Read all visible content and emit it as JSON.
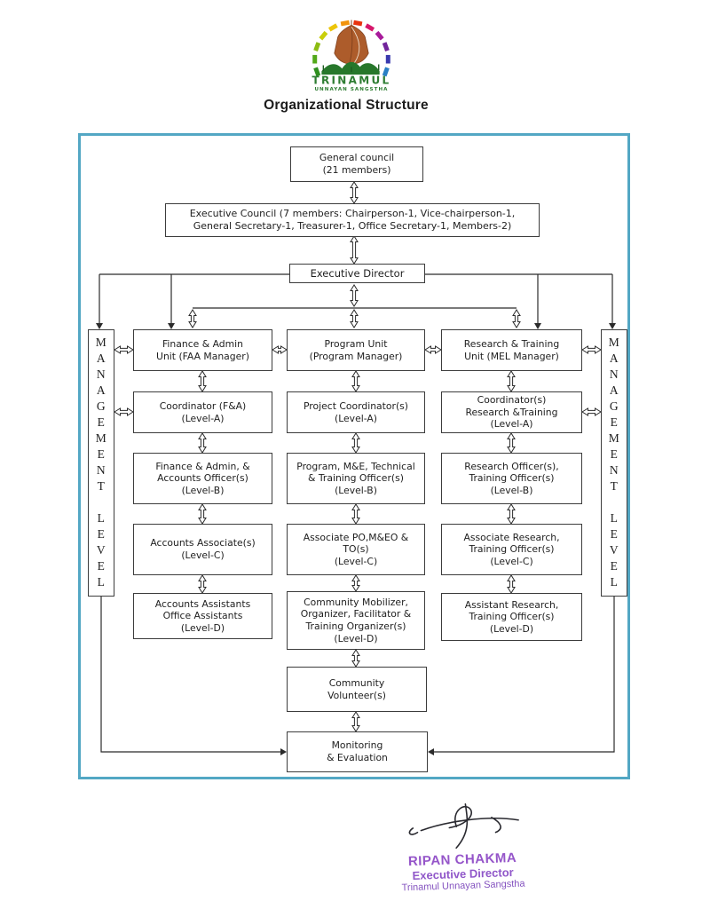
{
  "title": "Organizational Structure",
  "logo": {
    "name": "TRINAMUL",
    "subtitle": "UNNAYAN SANGSTHA",
    "arc_colors": [
      "#2e8f1f",
      "#52a919",
      "#8cbc12",
      "#c9cf0c",
      "#ecc50a",
      "#f2930c",
      "#e8320e",
      "#d6176b",
      "#a81b9b",
      "#71249b",
      "#3939ae",
      "#2a7fc4"
    ],
    "tent_color": "#ad5c2b",
    "hill_color": "#27772b",
    "text_color": "#2e7d32"
  },
  "chart": {
    "frame_color": "#53a7c4",
    "management_label": "MANAGEMENT LEVEL",
    "nodes": {
      "general_council": "General council\n(21 members)",
      "executive_council": "Executive Council (7 members: Chairperson-1, Vice-chairperson-1,\nGeneral Secretary-1, Treasurer-1, Office Secretary-1, Members-2)",
      "executive_director": "Executive Director",
      "finance_unit": "Finance & Admin\nUnit (FAA Manager)",
      "program_unit": "Program Unit\n(Program Manager)",
      "research_unit": "Research & Training\nUnit (MEL Manager)",
      "coordinator_fa": "Coordinator (F&A)\n(Level-A)",
      "project_coordinator": "Project Coordinator(s)\n(Level-A)",
      "coordinator_rt": "Coordinator(s)\nResearch &Training\n(Level-A)",
      "finance_officers": "Finance & Admin, &\nAccounts Officer(s)\n(Level-B)",
      "program_officers": "Program, M&E, Technical\n& Training Officer(s)\n(Level-B)",
      "research_officers": "Research Officer(s),\nTraining Officer(s)\n(Level-B)",
      "accounts_associates": "Accounts Associate(s)\n(Level-C)",
      "associate_po": "Associate PO,M&EO &\nTO(s)\n(Level-C)",
      "associate_research": "Associate Research,\nTraining Officer(s)\n(Level-C)",
      "accounts_assistants": "Accounts Assistants\nOffice Assistants\n(Level-D)",
      "community_mobilizer": "Community Mobilizer,\nOrganizer, Facilitator &\nTraining Organizer(s)\n(Level-D)",
      "assistant_research": "Assistant Research,\nTraining Officer(s)\n(Level-D)",
      "community_volunteers": "Community\nVolunteer(s)",
      "monitoring_evaluation": "Monitoring\n& Evaluation"
    }
  },
  "stamp": {
    "name": "RIPAN CHAKMA",
    "role": "Executive Director",
    "org": "Trinamul Unnayan Sangstha"
  }
}
